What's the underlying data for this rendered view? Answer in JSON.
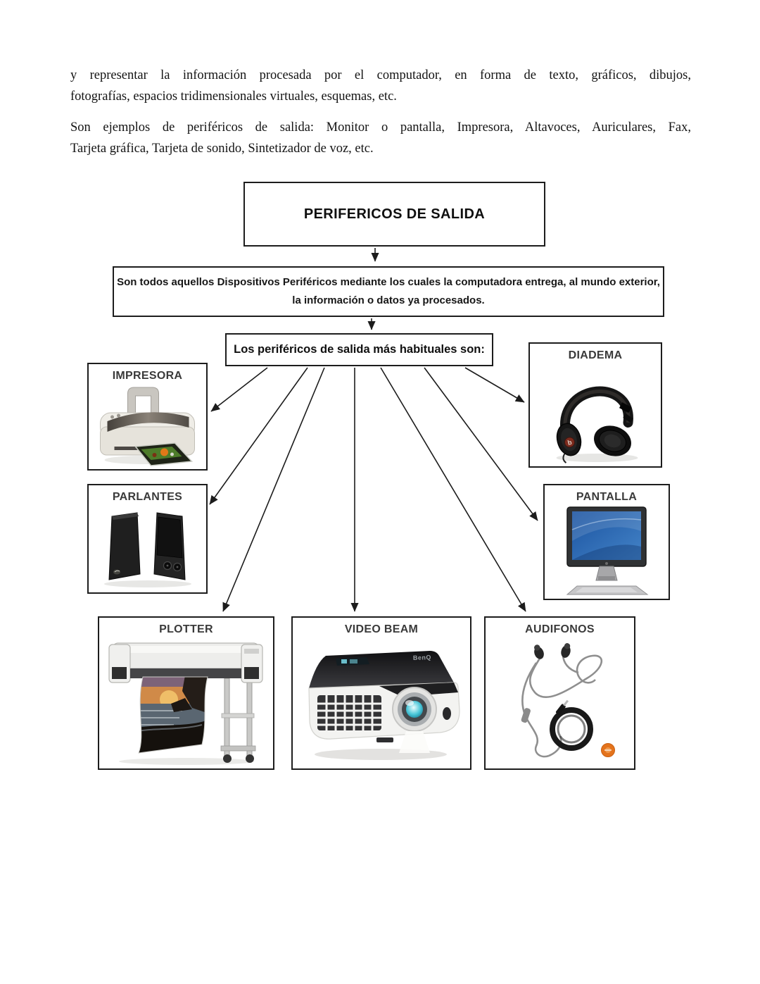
{
  "page": {
    "paragraph1_lines": [
      "y representar la información procesada por el computador, en forma de texto, gráficos, dibujos,",
      "fotografías, espacios tridimensionales virtuales, esquemas, etc."
    ],
    "paragraph2_lines": [
      "Son ejemplos de periféricos de salida: Monitor o pantalla, Impresora, Altavoces, Auriculares, Fax,",
      "Tarjeta gráfica, Tarjeta de sonido, Sintetizador de voz, etc."
    ]
  },
  "diagram": {
    "title": "PERIFERICOS DE SALIDA",
    "description_line1": "Son todos aquellos Dispositivos Periféricos mediante los cuales la computadora entrega, al mundo exterior,",
    "description_line2": "la información o datos ya procesados.",
    "subtitle": "Los periféricos de salida más habituales son:",
    "devices": [
      {
        "label": "IMPRESORA",
        "icon": "printer-icon"
      },
      {
        "label": "PARLANTES",
        "icon": "speakers-icon"
      },
      {
        "label": "PLOTTER",
        "icon": "plotter-icon"
      },
      {
        "label": "VIDEO BEAM",
        "icon": "projector-icon",
        "brand_text": "BenQ"
      },
      {
        "label": "AUDIFONOS",
        "icon": "earbuds-icon"
      },
      {
        "label": "DIADEMA",
        "icon": "headphones-icon",
        "badge_text": "b"
      },
      {
        "label": "PANTALLA",
        "icon": "monitor-icon"
      }
    ],
    "colors": {
      "box_border": "#1d1d1d",
      "arrow": "#1c1c1c",
      "label_text": "#3a3a3a",
      "screen_blue": "#2a63b0",
      "lens_cyan": "#49c6d8",
      "badge_orange": "#e4731c",
      "headphone_badge_red": "#7c2b1d"
    }
  }
}
